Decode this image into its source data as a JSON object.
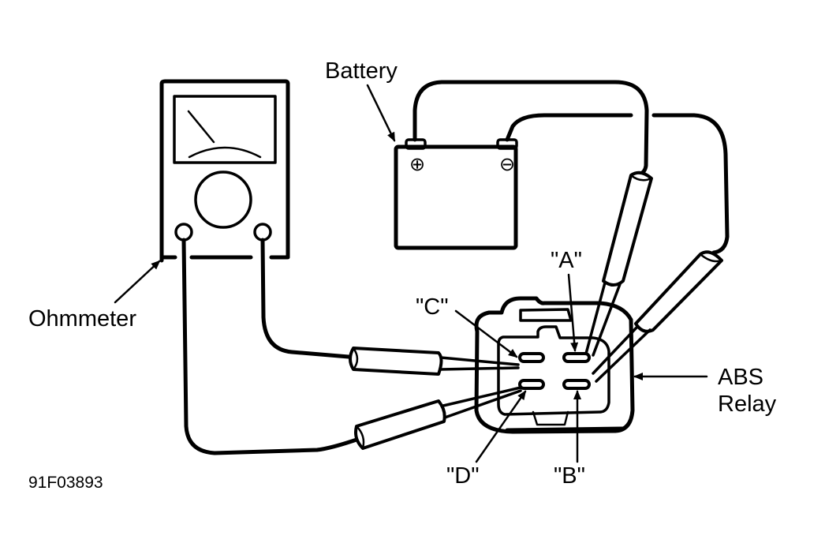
{
  "diagram": {
    "title": "ABS relay ohmmeter test connection",
    "labels": {
      "battery": "Battery",
      "ohmmeter": "Ohmmeter",
      "abs_relay_line1": "ABS",
      "abs_relay_line2": "Relay",
      "terminal_a": "\"A\"",
      "terminal_b": "\"B\"",
      "terminal_c": "\"C\"",
      "terminal_d": "\"D\"",
      "figure_code": "91F03893"
    },
    "battery_terminals": {
      "positive_symbol": "⊕",
      "negative_symbol": "⊖"
    },
    "colors": {
      "ink": "#000000",
      "background": "#ffffff"
    }
  }
}
